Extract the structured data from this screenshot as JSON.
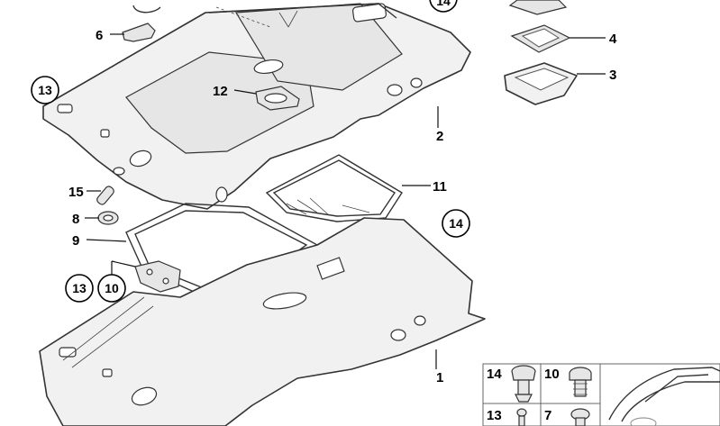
{
  "callouts": {
    "c1": "1",
    "c2": "2",
    "c3": "3",
    "c4": "4",
    "c6": "6",
    "c8": "8",
    "c9": "9",
    "c11": "11",
    "c12": "12",
    "c15": "15",
    "c13_top": "13",
    "c14_top": "14",
    "c14_mid": "14",
    "c13_low": "13",
    "c10_low": "10"
  },
  "parts_table": {
    "r1c1": "14",
    "r1c2": "10",
    "r2c1": "13",
    "r2c2": "7"
  }
}
